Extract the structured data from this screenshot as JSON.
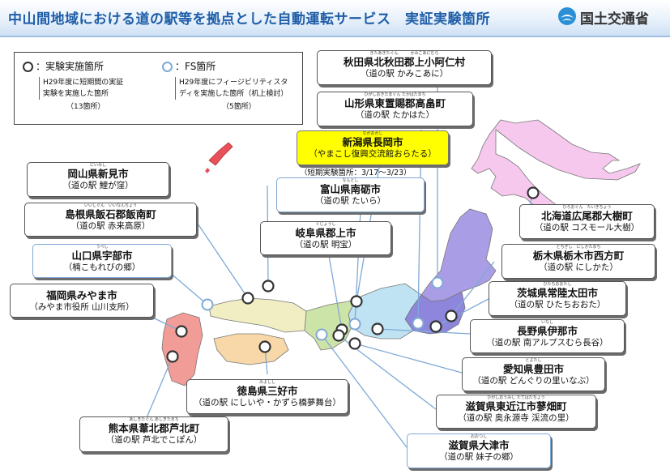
{
  "header": {
    "title": "中山間地域における道の駅等を拠点とした自動運転サービス　実証実験箇所",
    "ministry": "国土交通省"
  },
  "legend": {
    "experiment": {
      "title": "：実験実施箇所",
      "desc_line1": "H29年度に短期間の実証",
      "desc_line2": "実験を実施した箇所",
      "count": "（13箇所）"
    },
    "fs": {
      "title": "：FS箇所",
      "desc_line1": "H29年度にフィージビリティスタ",
      "desc_line2": "ディを実施した箇所（机上検討）",
      "count": "（5箇所）"
    }
  },
  "sites": {
    "akita": {
      "furigana": "きたあきたぐん　　　かみこあにむら",
      "name": "秋田県北秋田郡上小阿仁村",
      "station": "（道の駅 かみこあに）"
    },
    "yamagata": {
      "furigana": "ひがしおきたまぐん たかはたまち",
      "name": "山形県東置賜郡高畠町",
      "station": "（道の駅 たかはた）"
    },
    "niigata": {
      "furigana": "ながおかし",
      "name": "新潟県長岡市",
      "station": "（やまこし復興交流館おらたる）"
    },
    "toyama": {
      "furigana": "なんとし",
      "name": "富山県南砺市",
      "station": "（道の駅 たいら）"
    },
    "gifu": {
      "furigana": "ぐじょうし",
      "name": "岐阜県郡上市",
      "station": "（道の駅 明宝）"
    },
    "okayama": {
      "furigana": "にいみし",
      "name": "岡山県新見市",
      "station": "（道の駅 鯉が窪）"
    },
    "shimane": {
      "furigana": "いいしぐん　いいなんちょう",
      "name": "島根県飯石郡飯南町",
      "station": "（道の駅 赤来高原）"
    },
    "yamaguchi": {
      "furigana": "うべし",
      "name": "山口県宇部市",
      "station": "（楠こもれびの郷）"
    },
    "fukuoka": {
      "furigana": "",
      "name": "福岡県みやま市",
      "station": "（みやま市役所 山川支所）"
    },
    "hokkaido": {
      "furigana": "ひろおぐん　たいきちょう",
      "name": "北海道広尾郡大樹町",
      "station": "（道の駅 コスモール大樹）"
    },
    "tochigi": {
      "furigana": "とちぎし　にしかたまち",
      "name": "栃木県栃木市西方町",
      "station": "（道の駅 にしかた）"
    },
    "ibaraki": {
      "furigana": "ひたちおおたし",
      "name": "茨城県常陸太田市",
      "station": "（道の駅 ひたちおおた）"
    },
    "nagano": {
      "furigana": "いなし",
      "name": "長野県伊那市",
      "station": "（道の駅 南アルプスむら長谷）"
    },
    "aichi": {
      "furigana": "とよたし",
      "name": "愛知県豊田市",
      "station": "（道の駅 どんぐりの里いなぶ）"
    },
    "shiga_higashiomi": {
      "furigana": "ひがしおうみし たてはたちょう",
      "name": "滋賀県東近江市蓼畑町",
      "station": "（道の駅 奥永源寺 渓流の里）"
    },
    "shiga_otsu": {
      "furigana": "おおつし",
      "name": "滋賀県大津市",
      "station": "（道の駅 妹子の郷）"
    },
    "tokushima": {
      "furigana": "みよしし",
      "name": "徳島県三好市",
      "station": "（道の駅 にしいや・かずら橋夢舞台）"
    },
    "kumamoto": {
      "furigana": "あしきたぐん あしきたまち",
      "name": "熊本県葦北郡芦北町",
      "station": "（道の駅 芦北でこぽん）"
    }
  },
  "niigata_note": "（短期実験箇所：3/17～3/23）",
  "colors": {
    "title": "#1f5ea8",
    "label_highlight": "#ffff00",
    "experiment_marker": "#333333",
    "fs_marker": "#7fa9d6",
    "hokkaido": "#f7c8ee",
    "tohoku": "#a99de6",
    "kanto": "#8d86dc",
    "chubu": "#bfe3f2",
    "kinki": "#cde4a8",
    "chugoku": "#f0eec2",
    "shikoku": "#f8d8a8",
    "kyushu": "#f19c96",
    "okinawa": "#e8505a"
  }
}
